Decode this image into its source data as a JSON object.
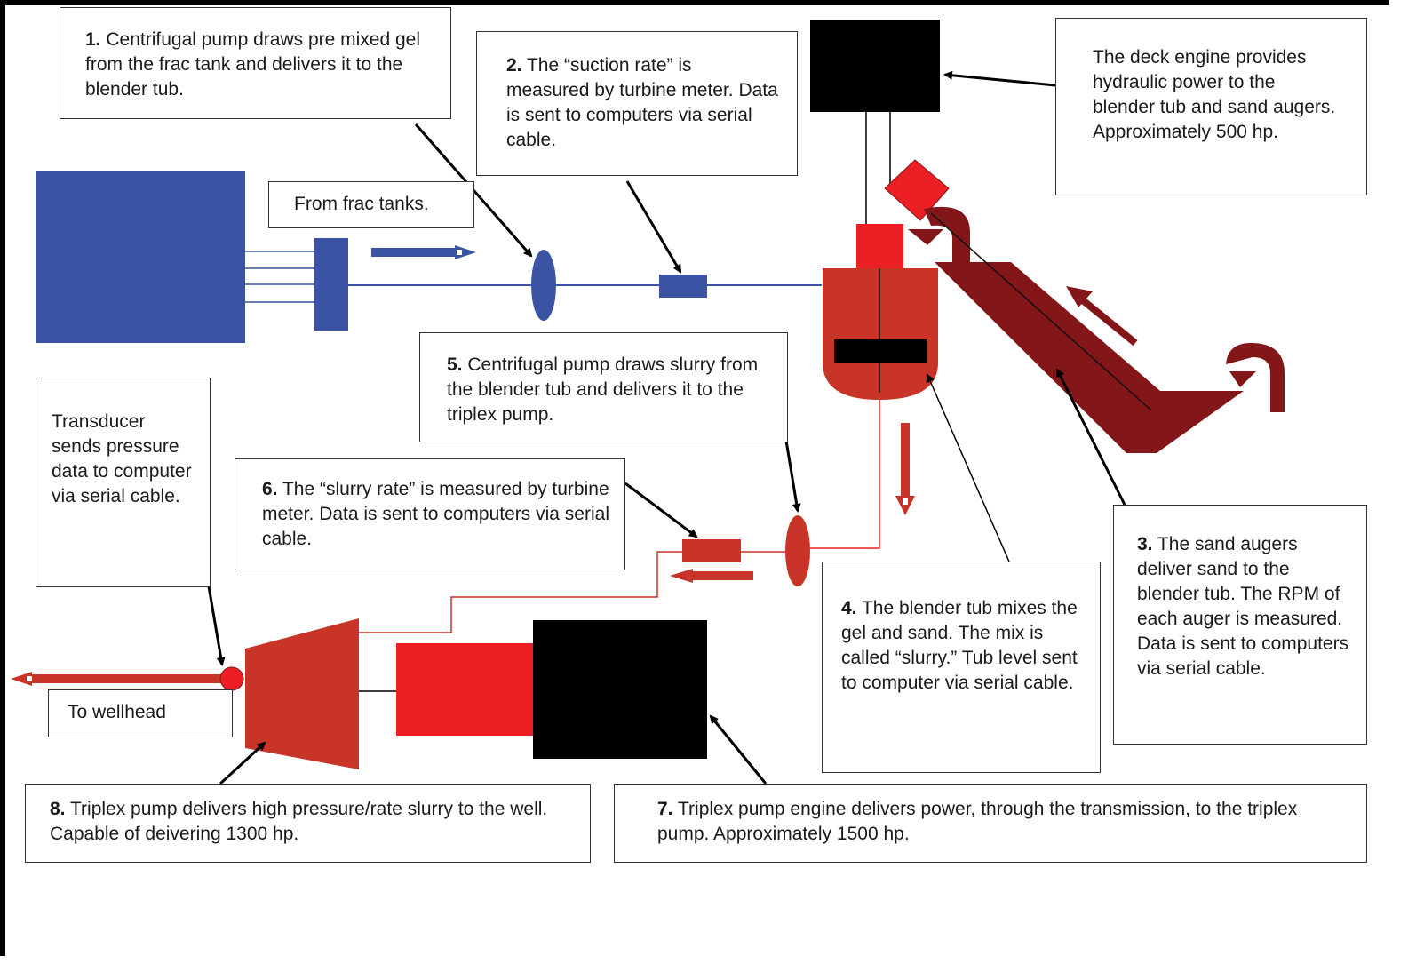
{
  "colors": {
    "gel_blue": "#3a54a3",
    "slurry_red": "#c83528",
    "bright_red": "#ec2024",
    "auger_maroon": "#831619",
    "engine_black": "#000000",
    "text": "#1a1a1a"
  },
  "callouts": {
    "c1": {
      "num": "1.",
      "text": "Centrifugal pump draws pre mixed gel from the  frac tank and delivers it to the blender tub."
    },
    "c2": {
      "num": "2.",
      "text": "The “suction rate” is measured by turbine meter. Data is sent to computers via serial cable."
    },
    "deck": {
      "text": "The deck engine provides hydraulic power to the blender tub and sand augers. Approximately 500 hp."
    },
    "frac": {
      "text": "From frac tanks."
    },
    "c5": {
      "num": "5.",
      "text": "Centrifugal pump draws slurry from the blender tub and delivers it to the triplex pump."
    },
    "transducer": {
      "text": "Transducer sends pressure data to computer via serial cable."
    },
    "c6": {
      "num": "6.",
      "text": "The “slurry rate” is measured by turbine meter. Data is sent to computers via serial cable."
    },
    "c3": {
      "num": "3.",
      "text": "The sand augers deliver sand to the blender tub. The RPM of each auger is measured. Data is sent to computers via serial cable."
    },
    "c4": {
      "num": "4.",
      "text": "The blender tub mixes the gel and sand. The mix is called “slurry.” Tub level sent to computer via serial cable."
    },
    "well": {
      "text": "To wellhead"
    },
    "c8": {
      "num": "8.",
      "text": "Triplex pump delivers high pressure/rate slurry to the well. Capable of deivering 1300 hp."
    },
    "c7": {
      "num": "7.",
      "text": "Triplex pump engine delivers power, through the transmission, to the triplex pump. Approximately 1500 hp."
    }
  }
}
